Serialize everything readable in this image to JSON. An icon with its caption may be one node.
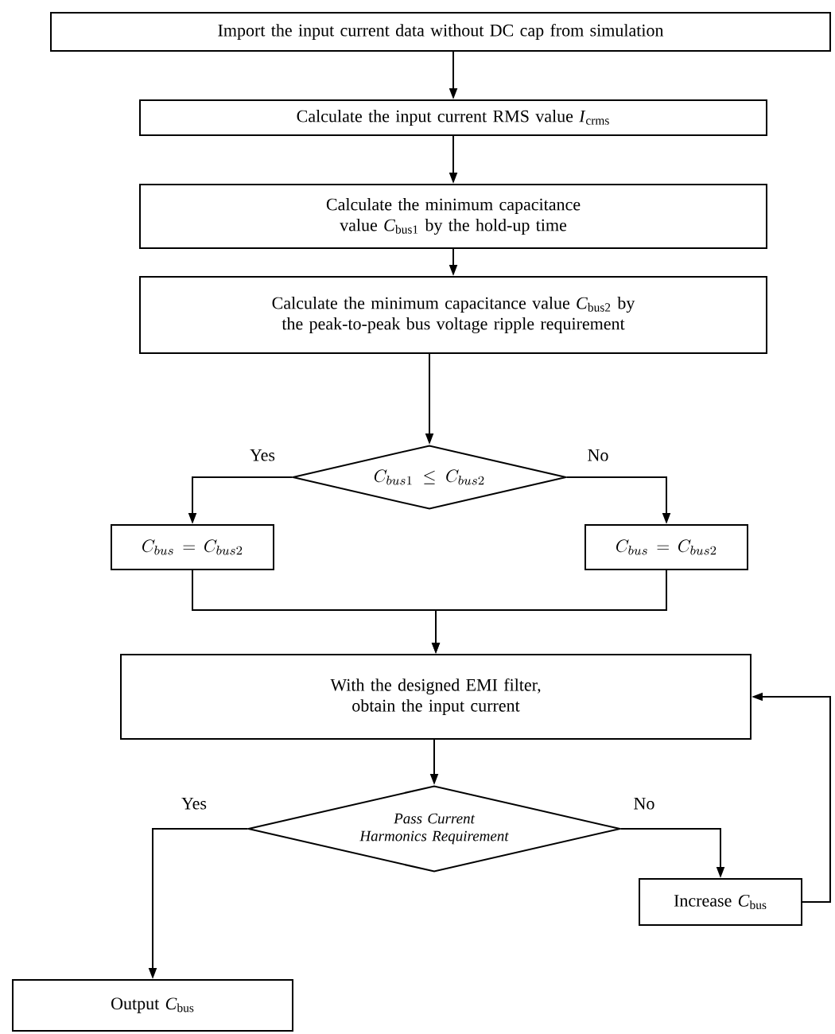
{
  "diagram": {
    "nodes": [
      {
        "text": [
          "Import the input current data without DC cap from simulation"
        ]
      },
      {
        "text": [
          "Calculate the input current RMS value *I*$_{crms}$"
        ]
      },
      {
        "text": [
          "Calculate the minimum capacitance value *C*$_{bus1}$ by the hold-up time"
        ]
      },
      {
        "text": [
          "Calculate the minimum capacitance value *C*$_{bus2}$ by the peak-to-peak bus voltage ripple requirement"
        ]
      },
      {
        "text": [
          "C_{bus1}\\ \\leq\\ C_{bus2}"
        ]
      },
      {
        "text": [
          "C_{bus} = C_{bus2}"
        ]
      },
      {
        "text": [
          "C_{bus} = C_{bus2}"
        ]
      },
      {
        "text": [
          "With the designed EMI filter, obtain the input current"
        ]
      },
      {
        "text": [
          "Pass Current Harmonics Requirement"
        ]
      },
      {
        "text": [
          "Increase *C*$_{bus}$"
        ]
      },
      {
        "text": [
          "Output *C*$_{bus}$"
        ]
      }
    ],
    "edges": [
      {
        "from": 0,
        "to": 1,
        "arrow": "to"
      },
      {
        "from": 1,
        "to": 2,
        "arrow": "to"
      },
      {
        "from": 2,
        "to": 3,
        "arrow": "to"
      },
      {
        "from": 3,
        "to": 4,
        "arrow": "to"
      },
      {
        "from": 4,
        "to": 5,
        "arrow": "to",
        "label": "Yes"
      },
      {
        "from": 4,
        "to": 6,
        "arrow": "to",
        "label": "No"
      },
      {
        "from": 5,
        "to": 7,
        "arrow": "to"
      },
      {
        "from": 6,
        "to": 7,
        "arrow": "to"
      },
      {
        "from": 7,
        "to": 8,
        "arrow": "to"
      },
      {
        "from": 8,
        "to": 10,
        "arrow": "to",
        "label": "Yes"
      },
      {
        "from": 8,
        "to": 9,
        "arrow": "to",
        "label": "No"
      },
      {
        "from": 9,
        "to": 7,
        "arrow": "to"
      }
    ]
  }
}
